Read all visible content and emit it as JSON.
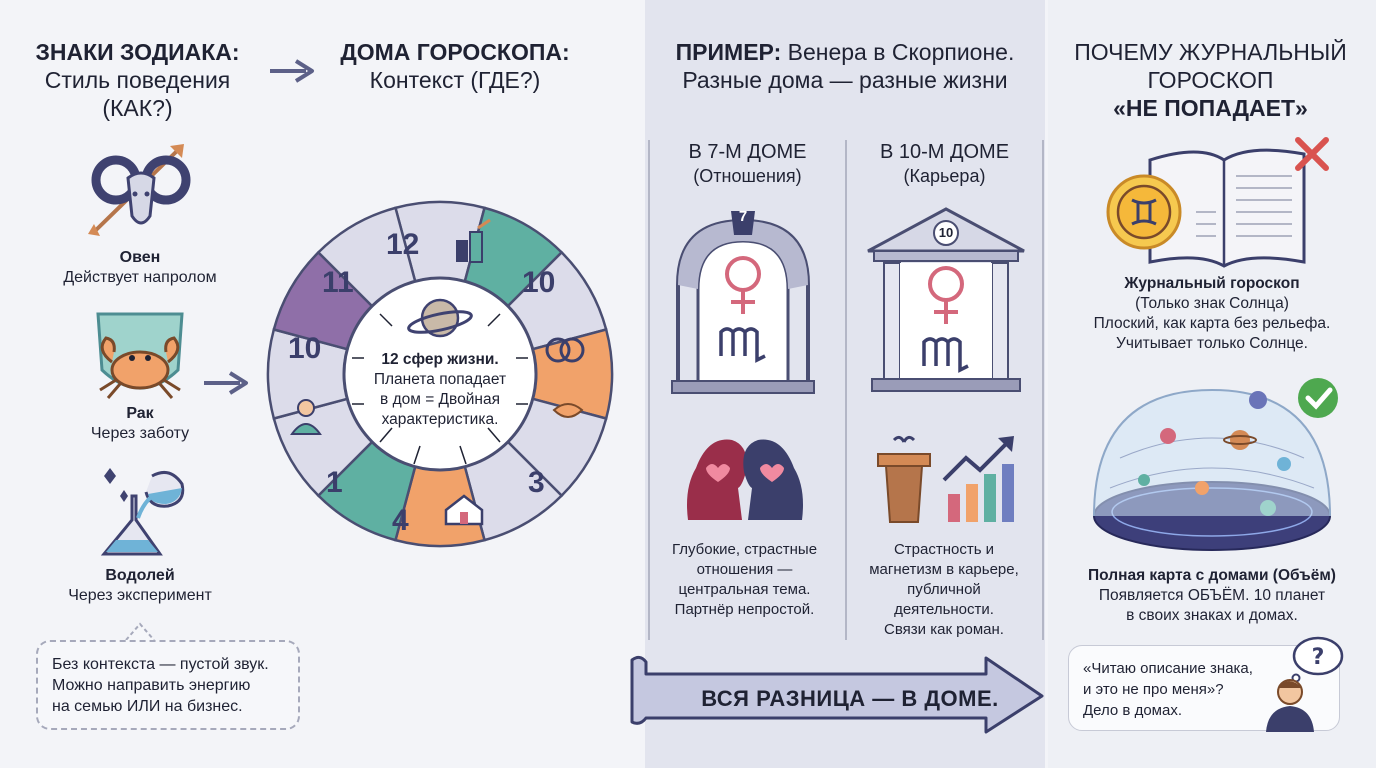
{
  "zodiac": {
    "title_bold": "ЗНАКИ ЗОДИАКА:",
    "title_line2": "Стиль поведения",
    "title_line3": "(КАК?)",
    "signs": [
      {
        "name": "Овен",
        "desc": "Действует напролом",
        "icon": "aries-ram-icon"
      },
      {
        "name": "Рак",
        "desc": "Через заботу",
        "icon": "cancer-crab-icon"
      },
      {
        "name": "Водолей",
        "desc": "Через эксперимент",
        "icon": "aquarius-flask-icon"
      }
    ],
    "note_line1": "Без контекста — пустой звук.",
    "note_line2": "Можно направить энергию",
    "note_line3": "на семью ИЛИ на бизнес."
  },
  "houses": {
    "title_bold": "ДОМА ГОРОСКОПА:",
    "title_line2": "Контекст (ГДЕ?)",
    "center_bold": "12 сфер жизни.",
    "center_line2": "Планета попадает",
    "center_line3": "в дом = Двойная",
    "center_line4": "характеристика.",
    "segments": [
      "12",
      "10",
      "1",
      "3",
      "4",
      "11",
      "10"
    ]
  },
  "example": {
    "title_bold": "ПРИМЕР:",
    "title_rest": " Венера в Скорпионе.",
    "title_line2": "Разные дома — разные жизни",
    "house7_title": "В 7-М ДОМЕ",
    "house7_sub": "(Отношения)",
    "house7_badge": "7",
    "house7_desc": [
      "Глубокие, страстные",
      "отношения —",
      "центральная тема.",
      "Партнёр непростой."
    ],
    "house10_title": "В 10-М ДОМЕ",
    "house10_sub": "(Карьера)",
    "house10_badge": "10",
    "house10_desc": [
      "Страстность и",
      "магнетизм в карьере,",
      "публичной",
      "деятельности.",
      "Связи как роман."
    ],
    "banner": "ВСЯ РАЗНИЦА — В ДОМЕ."
  },
  "why": {
    "title_line1": "ПОЧЕМУ ЖУРНАЛЬНЫЙ",
    "title_line2": "ГОРОСКОП",
    "title_bold": "«НЕ ПОПАДАЕТ»",
    "magazine_bold": "Журнальный гороскоп",
    "magazine_lines": [
      "(Только знак Солнца)",
      "Плоский, как карта без рельефа.",
      "Учитывает только Солнце."
    ],
    "full_bold": "Полная карта с домами (Объём)",
    "full_lines": [
      "Появляется ОБЪЁМ. 10 планет",
      "в своих знаках и домах."
    ],
    "quote_lines": [
      "«Читаю описание знака,",
      "и это не про меня»?",
      "Дело в домах."
    ]
  },
  "colors": {
    "purple": "#8f6fa8",
    "teal": "#5fb0a2",
    "orange": "#f1a26a",
    "lavender": "#dcdcea",
    "navy": "#3b3f6b",
    "pink": "#d4687c"
  }
}
